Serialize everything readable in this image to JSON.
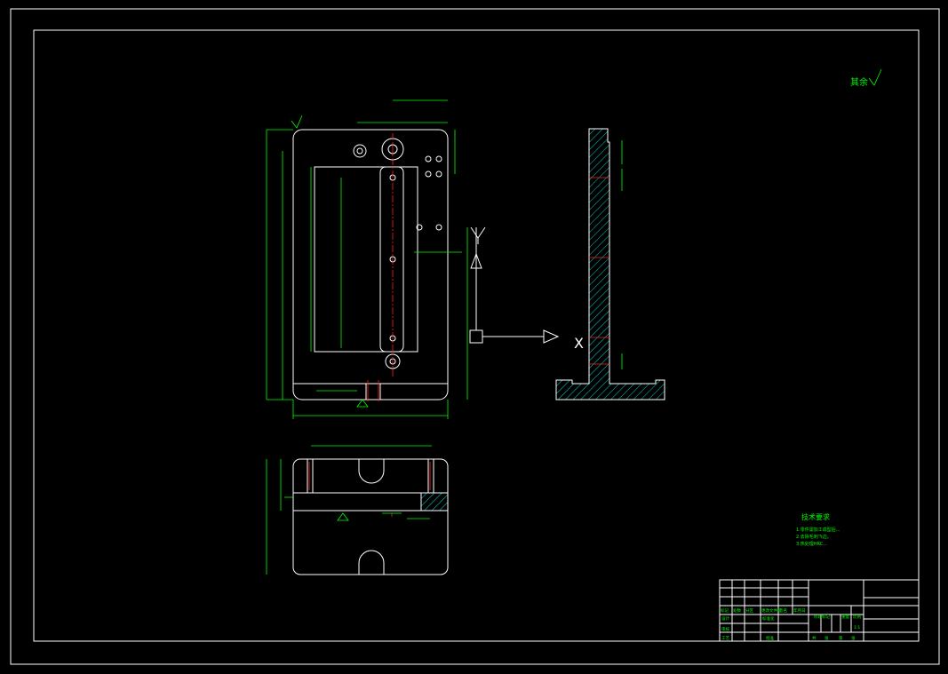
{
  "drawing": {
    "surface_finish_note": "其余",
    "tech_req": {
      "title": "技术要求",
      "items": [
        "1.零件需加工成型后...",
        "2.去除毛刺飞边。",
        "3.热处理HRC..."
      ]
    },
    "title_block": {
      "labels": [
        "标记",
        "处数",
        "分区",
        "更改文件号",
        "签名",
        "年月日",
        "设计",
        "标准化",
        "审核",
        "工艺",
        "批准",
        "阶段标记",
        "重量",
        "比例",
        "共",
        "张",
        "第",
        "张"
      ],
      "scale": "1:1"
    },
    "axes": {
      "x_label": "X",
      "y_label": "Y"
    },
    "colors": {
      "border": "#ffffff",
      "dimension": "#00ff00",
      "centerline": "#ff2020",
      "hidden": "#00ffff"
    }
  }
}
